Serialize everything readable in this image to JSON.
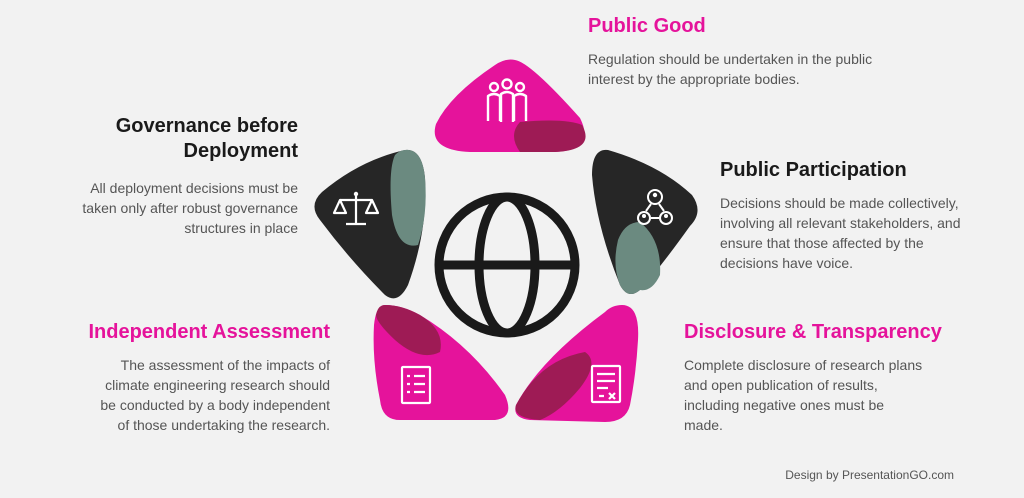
{
  "colors": {
    "magenta": "#e5139b",
    "dark": "#262626",
    "teal": "#6b8a80",
    "maroon": "#9e1b55",
    "background": "#f2f2f2"
  },
  "center": {
    "icon": "globe-icon"
  },
  "segments": [
    {
      "id": "public-good",
      "title": "Public Good",
      "description": "Regulation should be undertaken in the public interest by the appropriate bodies.",
      "icon": "people-group-icon",
      "title_color": "#e5139b"
    },
    {
      "id": "public-participation",
      "title": "Public Participation",
      "description": "Decisions should be made collectively, involving all relevant stakeholders, and ensure that those affected by the decisions have voice.",
      "icon": "network-people-icon",
      "title_color": "#1a1a1a"
    },
    {
      "id": "disclosure-transparency",
      "title": "Disclosure & Transparency",
      "description": "Complete disclosure of research plans and open publication of results, including negative ones must be made.",
      "icon": "document-icon",
      "title_color": "#e5139b"
    },
    {
      "id": "independent-assessment",
      "title": "Independent Assessment",
      "description": "The assessment of the impacts of climate engineering research should be conducted by a body independent of those undertaking the research.",
      "icon": "checklist-icon",
      "title_color": "#e5139b"
    },
    {
      "id": "governance-before-deployment",
      "title": "Governance before Deployment",
      "description": "All deployment decisions must be taken only after robust governance structures in place",
      "icon": "scales-icon",
      "title_color": "#1a1a1a"
    }
  ],
  "credit": "Design by PresentationGO.com"
}
